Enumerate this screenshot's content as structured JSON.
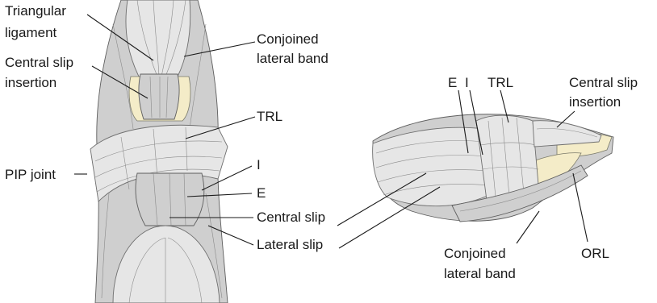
{
  "left_figure": {
    "labels": {
      "triangular_ligament": [
        "Triangular",
        "ligament"
      ],
      "central_slip_insertion": [
        "Central slip",
        "insertion"
      ],
      "conjoined_lateral_band": [
        "Conjoined",
        "lateral band"
      ],
      "trl": "TRL",
      "pip_joint": "PIP joint",
      "i": "I",
      "e": "E",
      "central_slip": "Central slip",
      "lateral_slip": "Lateral slip"
    }
  },
  "right_figure": {
    "labels": {
      "e": "E",
      "i": "I",
      "trl": "TRL",
      "central_slip_insertion": [
        "Central slip",
        "insertion"
      ],
      "conjoined_lateral_band": [
        "Conjoined",
        "lateral band"
      ],
      "orl": "ORL"
    }
  },
  "colors": {
    "tendon": "#e6e6e6",
    "tendon_shadow": "#cfcfcf",
    "bone": "#f4ecc8",
    "ink": "#1a1a1a"
  }
}
